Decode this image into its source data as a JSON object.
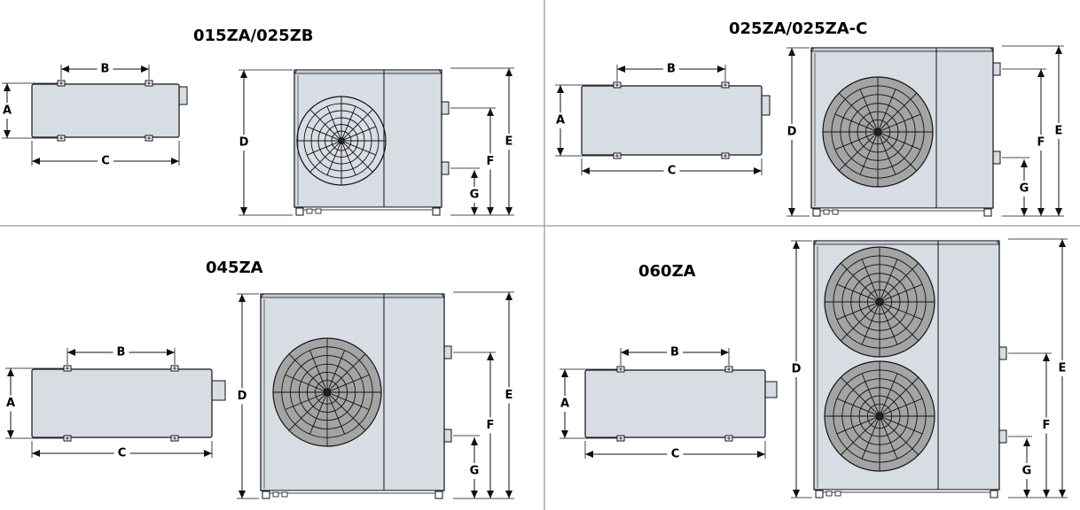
{
  "diagrams": [
    {
      "title": "015ZA/025ZB",
      "fans": 1,
      "shaded_fan": false
    },
    {
      "title": "025ZA/025ZA-C",
      "fans": 1,
      "shaded_fan": true
    },
    {
      "title": "045ZA",
      "fans": 1,
      "shaded_fan": true
    },
    {
      "title": "060ZA",
      "fans": 2,
      "shaded_fan": true
    }
  ],
  "labels": {
    "a": "A",
    "b": "B",
    "c": "C",
    "d": "D",
    "e": "E",
    "f": "F",
    "g": "G"
  },
  "colors": {
    "unit_body": "#d8dce3",
    "fan_fill": "#a4a4a4",
    "divider": "#808080",
    "stroke": "#111111"
  }
}
